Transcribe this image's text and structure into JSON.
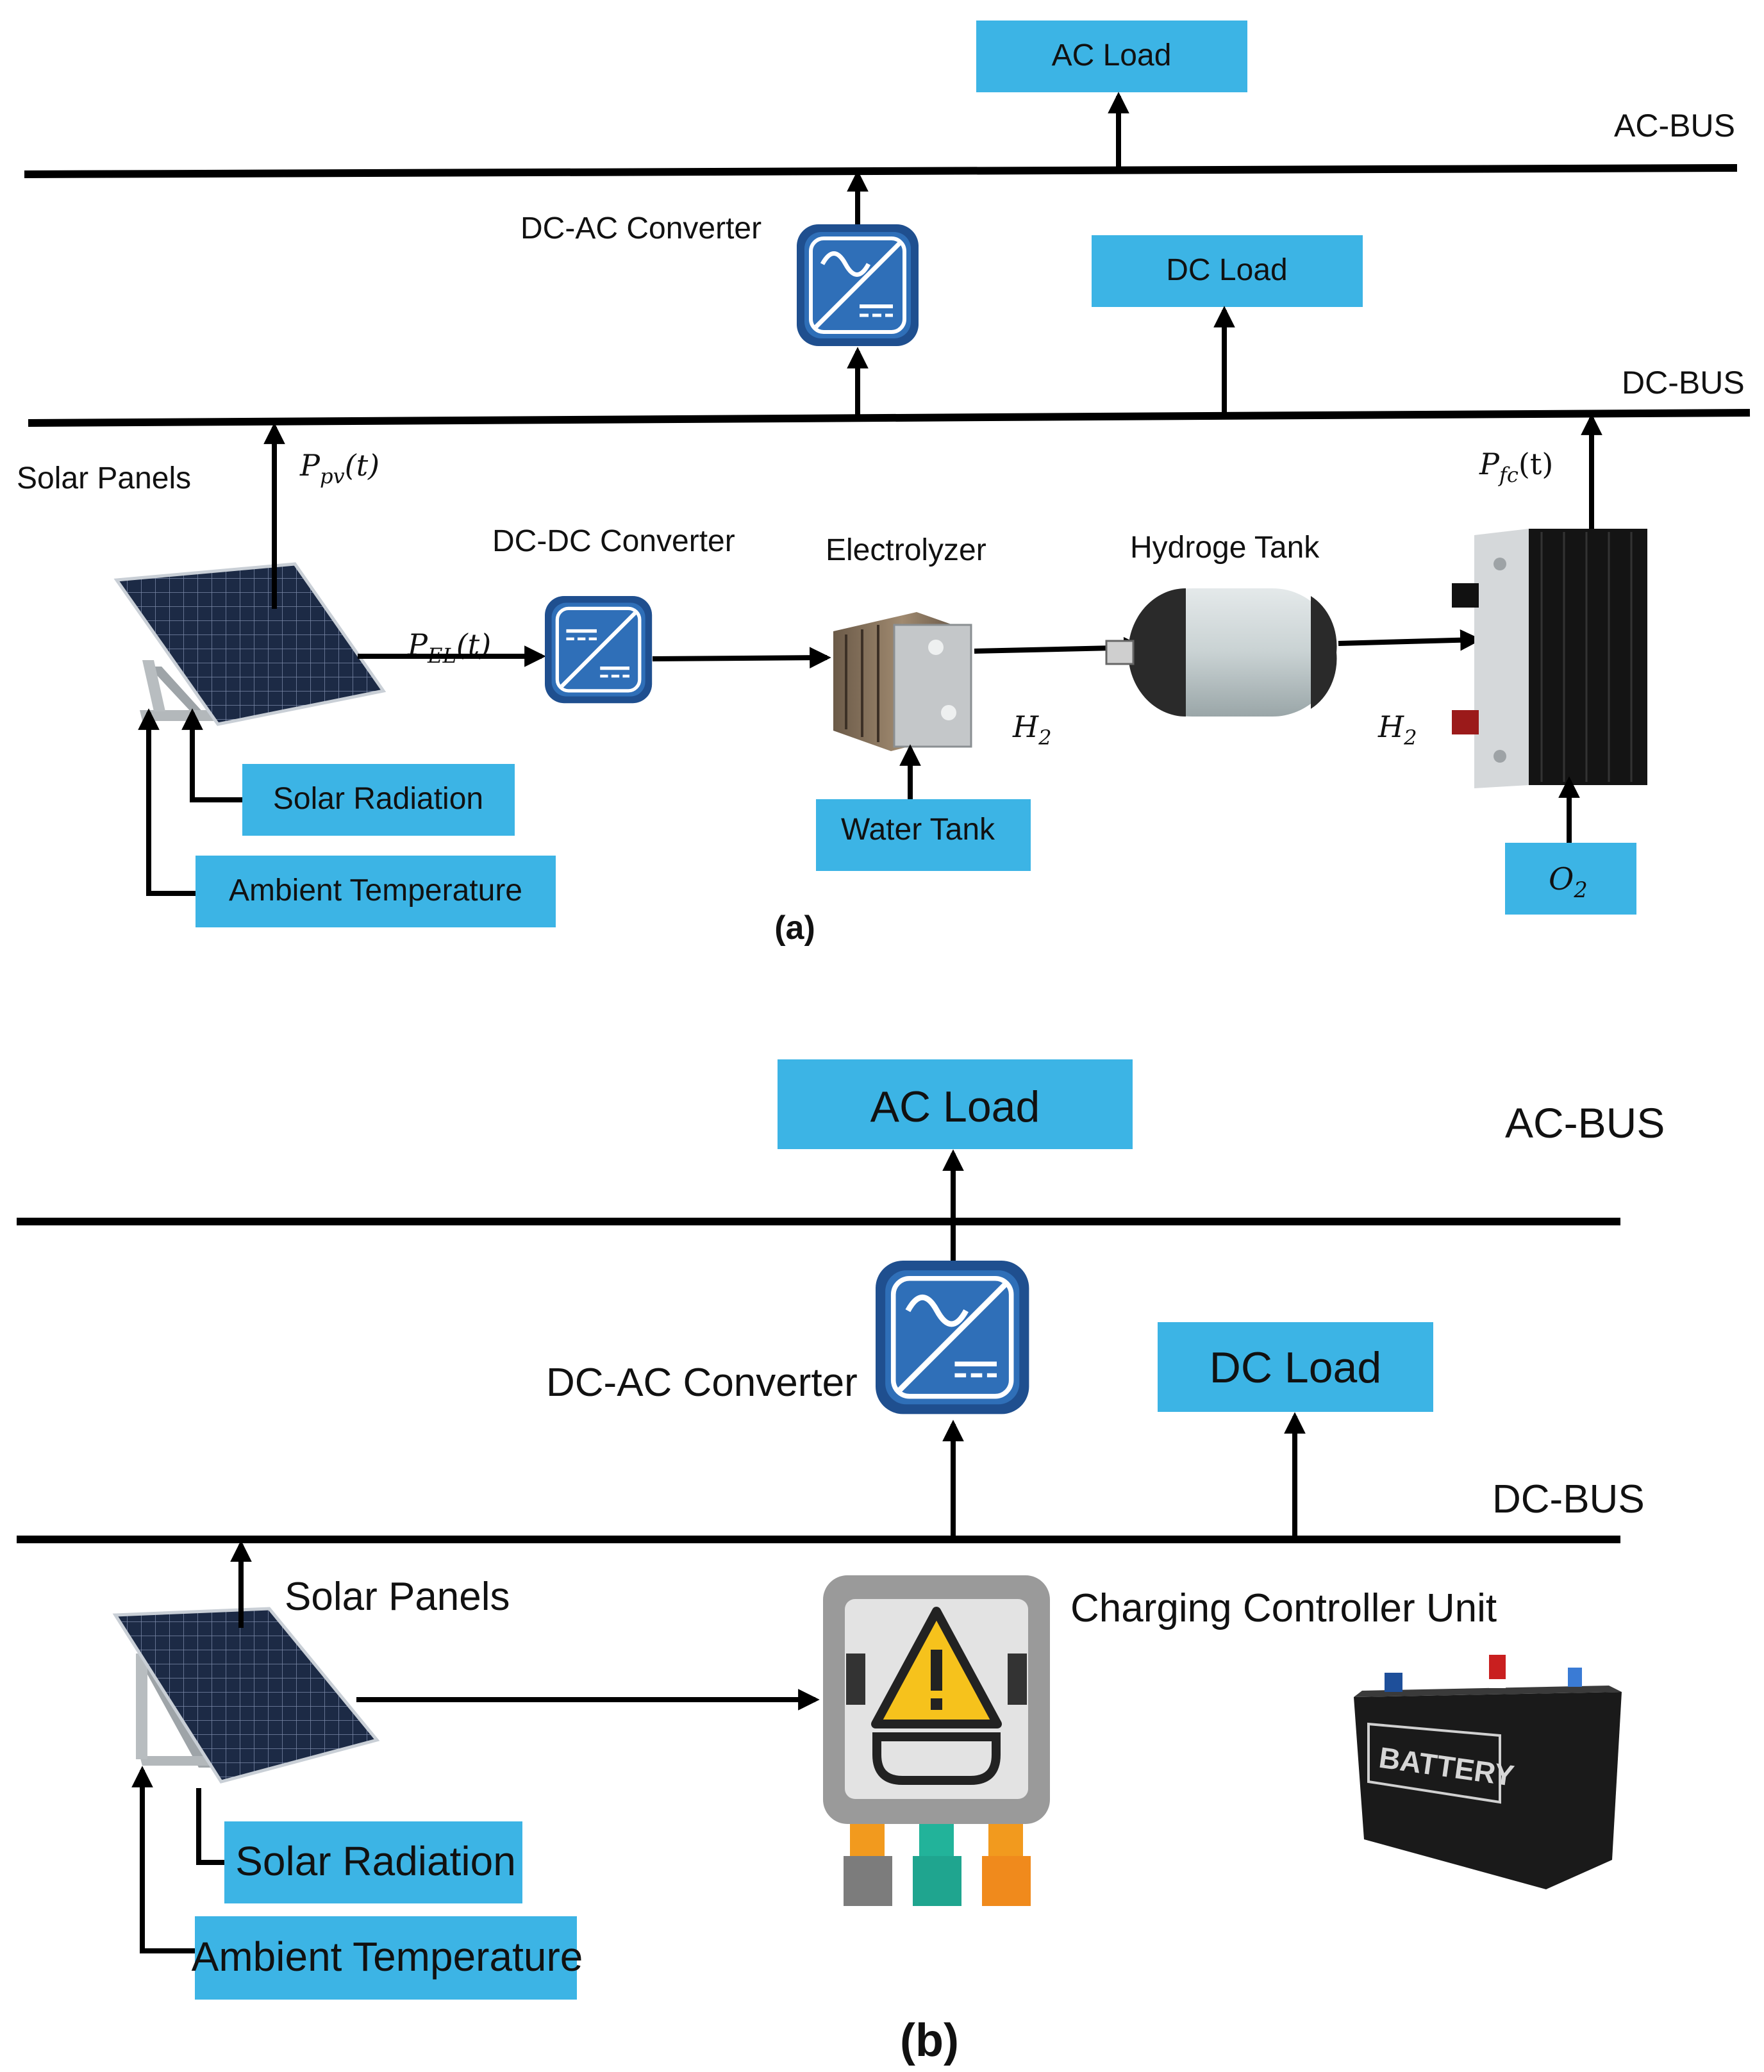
{
  "panel_a": {
    "caption": "(a)",
    "ac_bus": "AC-BUS",
    "dc_bus": "DC-BUS",
    "ac_load": "AC Load",
    "dc_load": "DC Load",
    "dc_ac_converter": "DC-AC Converter",
    "dc_dc_converter": "DC-DC Converter",
    "solar_panels": "Solar Panels",
    "electrolyzer": "Electrolyzer",
    "hydrogen_tank": "Hydroge Tank",
    "water_tank": "Water Tank",
    "solar_radiation": "Solar Radiation",
    "ambient_temperature": "Ambient Temperature",
    "ppv": {
      "base": "P",
      "sub": "pv",
      "tail": "(t)"
    },
    "pel": {
      "base": "P",
      "sub": "EL",
      "tail": "(t)"
    },
    "pfc": {
      "base": "P",
      "sub": "fc",
      "tail": "(t)"
    },
    "h2": {
      "base": "H",
      "sub": "2"
    },
    "o2": {
      "base": "O",
      "sub": "2"
    }
  },
  "panel_b": {
    "caption": "(b)",
    "ac_bus": "AC-BUS",
    "dc_bus": "DC-BUS",
    "ac_load": "AC Load",
    "dc_load": "DC Load",
    "dc_ac_converter": "DC-AC Converter",
    "solar_panels": "Solar Panels",
    "charging_controller": "Charging Controller Unit",
    "battery": "BATTERY",
    "solar_radiation": "Solar Radiation",
    "ambient_temperature": "Ambient Temperature"
  },
  "colors": {
    "label_box": "#3cb4e5",
    "converter_blue": "#2f6fb8",
    "converter_dark": "#1f4f8f",
    "warning_yellow": "#f6c21c",
    "controller_gray": "#9a9a9a"
  },
  "icons": [
    "solar-panel-icon",
    "converter-icon",
    "electrolyzer-icon",
    "hydrogen-tank-icon",
    "fuel-cell-icon",
    "charge-controller-icon",
    "battery-icon"
  ]
}
